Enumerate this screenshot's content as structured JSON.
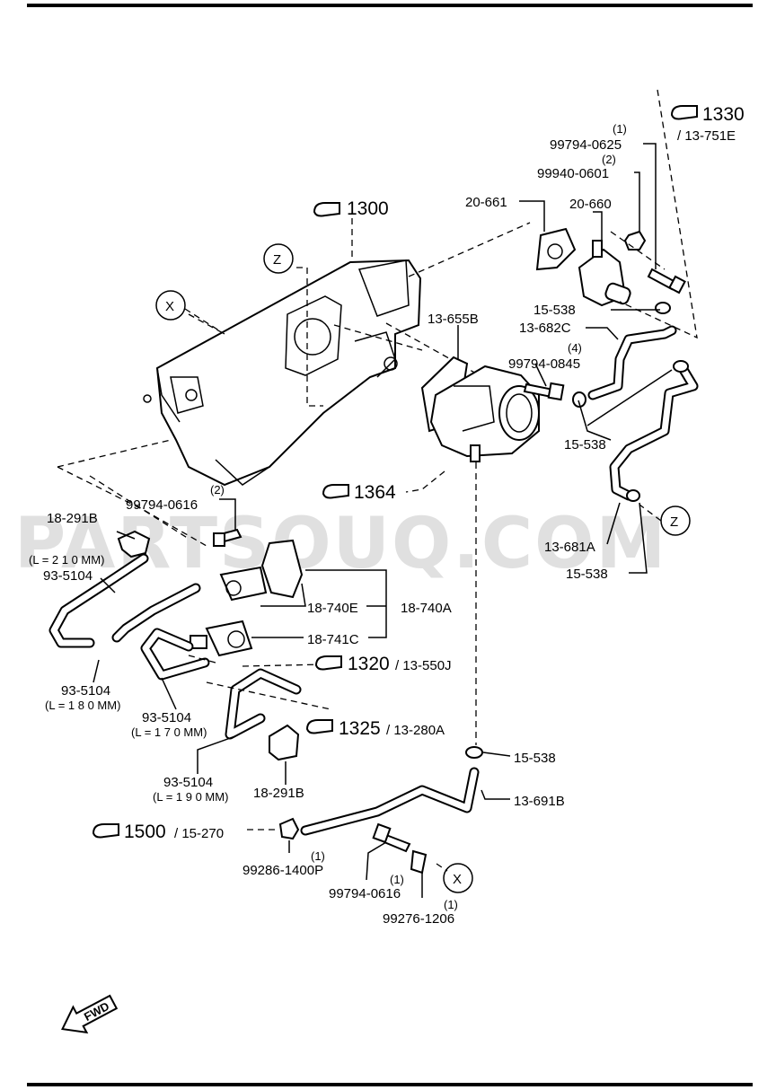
{
  "watermark": "PARTSOUQ.COM",
  "refs": {
    "r1300": "1300",
    "r1330": "1330",
    "r1330_sub": "/ 13-751E",
    "r1364": "1364",
    "r1320": "1320",
    "r1320_sub": "/ 13-550J",
    "r1325": "1325",
    "r1325_sub": "/ 13-280A",
    "r1500": "1500",
    "r1500_sub": "/ 15-270"
  },
  "callouts": {
    "x_top": "X",
    "z_top": "Z",
    "z_right": "Z",
    "x_bottom": "X"
  },
  "parts": {
    "p99794_0625_qty": "(1)",
    "p99794_0625": "99794-0625",
    "p99940_0601_qty": "(2)",
    "p99940_0601": "99940-0601",
    "p20_661": "20-661",
    "p20_660": "20-660",
    "p15_538_a": "15-538",
    "p13_682C": "13-682C",
    "p13_655B": "13-655B",
    "p99794_0845_qty": "(4)",
    "p99794_0845": "99794-0845",
    "p15_538_b": "15-538",
    "p99794_0616_qty": "(2)",
    "p99794_0616": "99794-0616",
    "p18_291B_a": "18-291B",
    "len_210": "(L = 2 1 0 MM)",
    "p93_5104_a": "93-5104",
    "p18_740E": "18-740E",
    "p18_740A": "18-740A",
    "p18_741C": "18-741C",
    "p93_5104_b": "93-5104",
    "len_180": "(L = 1 8 0 MM)",
    "p93_5104_c": "93-5104",
    "len_170": "(L = 1 7 0 MM)",
    "p93_5104_d": "93-5104",
    "len_190": "(L = 1 9 0 MM)",
    "p18_291B_b": "18-291B",
    "p13_681A": "13-681A",
    "p15_538_c": "15-538",
    "p15_538_d": "15-538",
    "p13_691B": "13-691B",
    "p99286_1400P": "99286-1400P",
    "p99286_1400P_qty": "(1)",
    "p99794_0616_b": "99794-0616",
    "p99794_0616_b_qty": "(1)",
    "p99276_1206_qty": "(1)",
    "p99276_1206": "99276-1206"
  },
  "fwd": "FWD"
}
